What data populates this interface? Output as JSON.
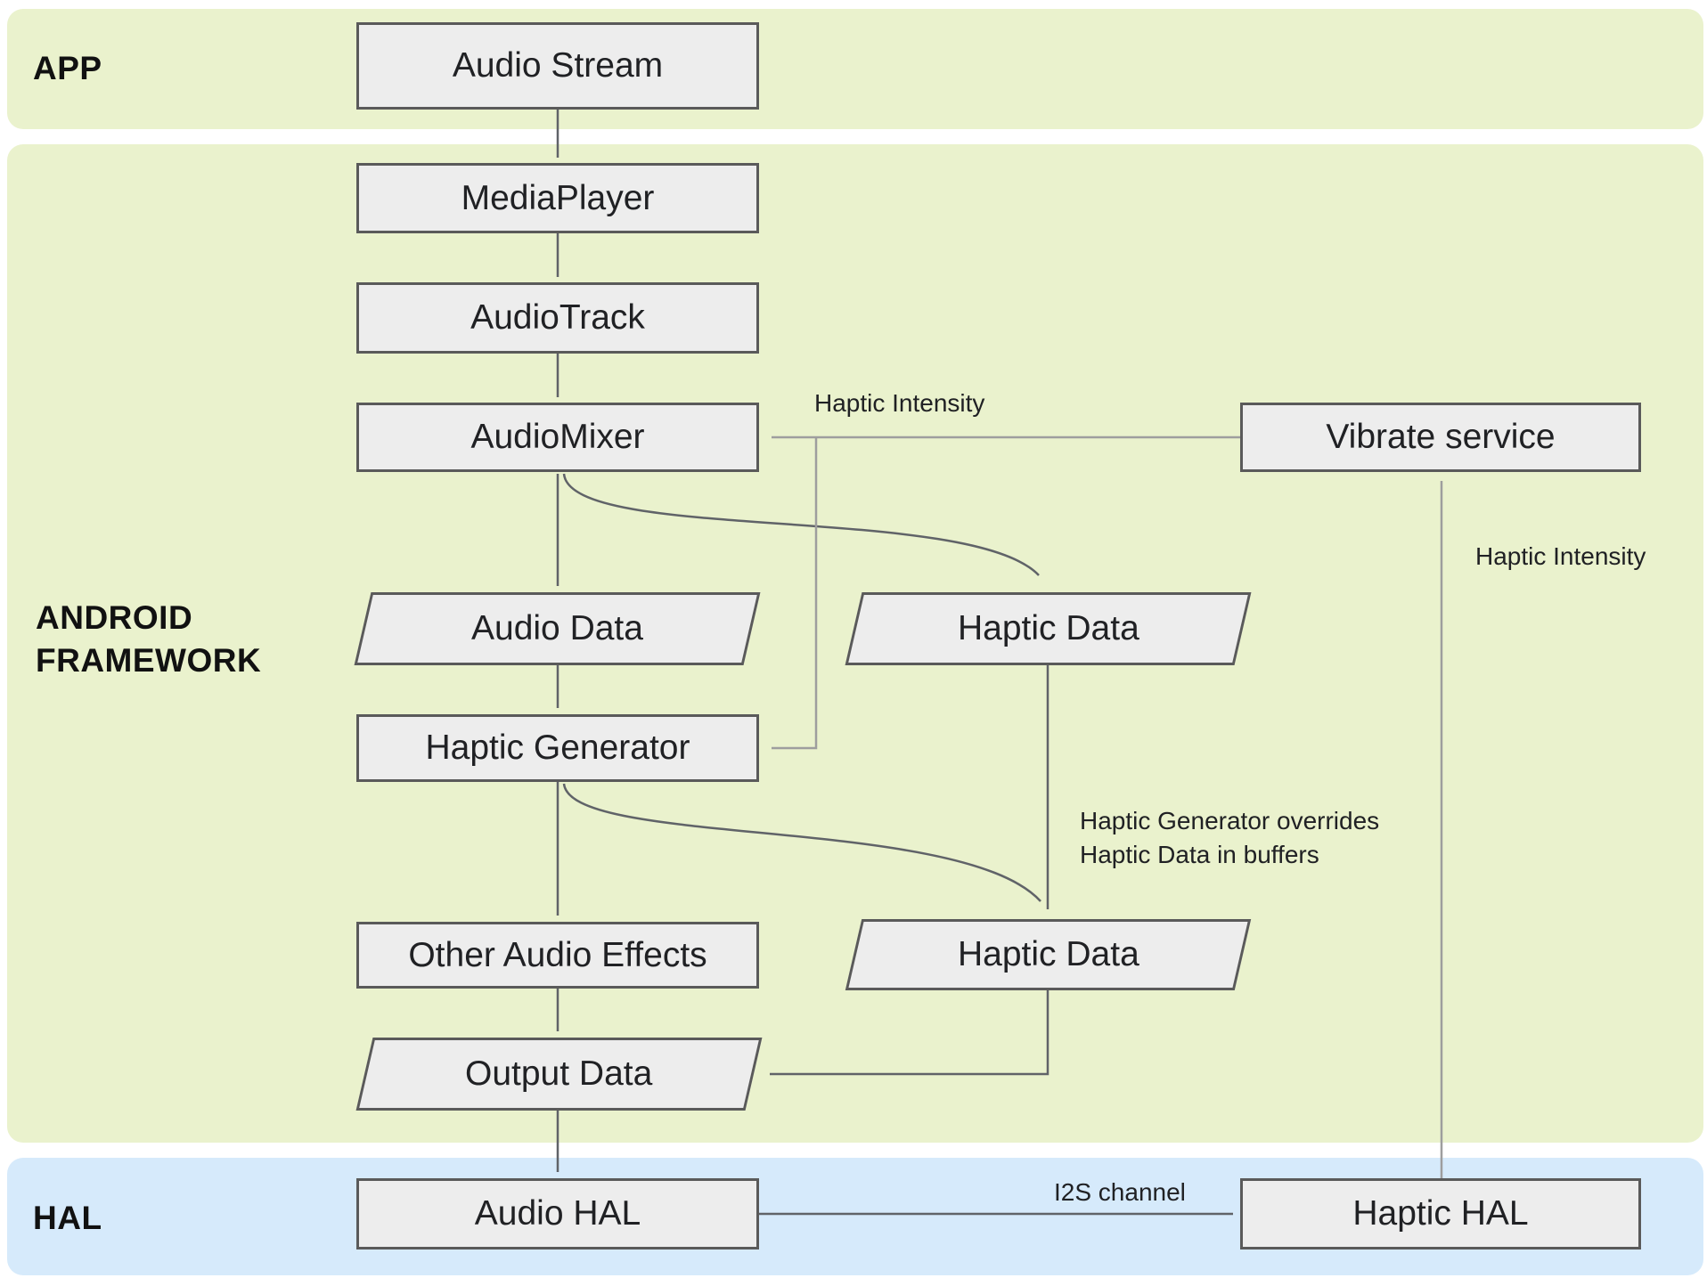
{
  "bands": {
    "app": {
      "label": "APP",
      "color": "#eaf2cd"
    },
    "framework": {
      "label": "ANDROID FRAMEWORK",
      "color": "#eaf2cd"
    },
    "hal": {
      "label": "HAL",
      "color": "#d6eafb"
    }
  },
  "nodes": {
    "audio_stream": {
      "label": "Audio Stream",
      "shape": "rect"
    },
    "media_player": {
      "label": "MediaPlayer",
      "shape": "rect"
    },
    "audio_track": {
      "label": "AudioTrack",
      "shape": "rect"
    },
    "audio_mixer": {
      "label": "AudioMixer",
      "shape": "rect"
    },
    "vibrate_service": {
      "label": "Vibrate service",
      "shape": "rect"
    },
    "audio_data": {
      "label": "Audio Data",
      "shape": "parallelogram"
    },
    "haptic_data_1": {
      "label": "Haptic Data",
      "shape": "parallelogram"
    },
    "haptic_generator": {
      "label": "Haptic Generator",
      "shape": "rect"
    },
    "other_audio_effects": {
      "label": "Other Audio Effects",
      "shape": "rect"
    },
    "haptic_data_2": {
      "label": "Haptic Data",
      "shape": "parallelogram"
    },
    "output_data": {
      "label": "Output Data",
      "shape": "parallelogram"
    },
    "audio_hal": {
      "label": "Audio HAL",
      "shape": "rect"
    },
    "haptic_hal": {
      "label": "Haptic HAL",
      "shape": "rect"
    }
  },
  "edge_labels": {
    "haptic_intensity_top": "Haptic Intensity",
    "haptic_intensity_right": "Haptic Intensity",
    "override_note": "Haptic Generator overrides\nHaptic Data in buffers",
    "i2s_channel": "I2S channel"
  },
  "colors": {
    "band_green": "#eaf2cd",
    "band_blue": "#d6eafb",
    "node_fill": "#ededed",
    "node_border": "#5a5a5a",
    "arrow_dark": "#606368",
    "arrow_gray": "#9e9e9e",
    "text": "#202124",
    "page_background": "#ffffff"
  }
}
